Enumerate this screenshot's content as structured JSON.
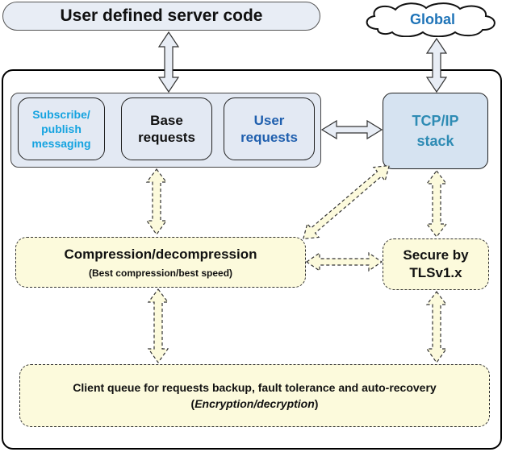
{
  "top": {
    "title": "User defined server code"
  },
  "global": {
    "label": "Global"
  },
  "requests": {
    "subscribe_line1": "Subscribe/",
    "subscribe_line2": "publish",
    "subscribe_line3": "messaging",
    "base_line1": "Base",
    "base_line2": "requests",
    "user_line1": "User",
    "user_line2": "requests"
  },
  "tcp": {
    "line1": "TCP/IP",
    "line2": "stack"
  },
  "compression": {
    "title": "Compression/decompression",
    "subtitle": "(Best compression/best speed)"
  },
  "tls": {
    "line1": "Secure by",
    "line2": "TLSv1.x"
  },
  "queue": {
    "line1": "Client queue for requests backup, fault tolerance and auto-recovery",
    "paren_open": "(",
    "paren_italic": "Encryption/decryption",
    "paren_close": ")"
  },
  "colors": {
    "solid_box_fill": "#e3e9f3",
    "tcp_fill": "#d6e3f1",
    "dashed_fill": "#fcfadc",
    "subscribe_text": "#14a3e0",
    "user_text": "#1f5fae",
    "tcp_text": "#2e8bb4",
    "global_text": "#1f74b8"
  }
}
